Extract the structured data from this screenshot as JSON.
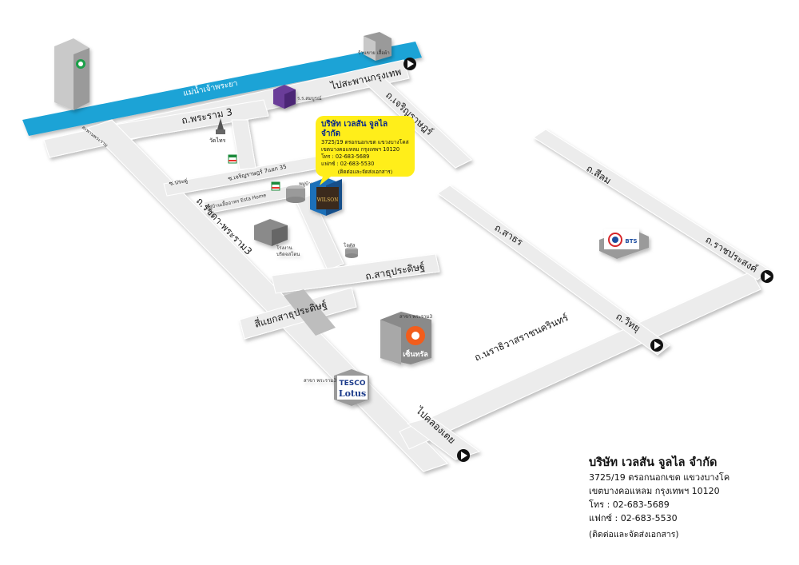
{
  "map": {
    "river_label": "แม่น้ำเจ้าพระยา",
    "roads": {
      "rama3": "ถ.พระราม 3",
      "to_bridge": "ไปสะพานกรุงเทพ",
      "charoen_rat": "ถ.เจริญราษฎร์",
      "pradu": "ซ.ประดู่",
      "charoen_rat_7": "ซ.เจริญราษฎร์ 7แยก 35",
      "bridge_small": "สะพานพระราม",
      "ratchada": "ถ.รัชดา-พระราม3",
      "sathu_pradit": "ถ.สาธุประดิษฐ์",
      "intersection": "สี่แยกสาธุประดิษฐ์",
      "to_khlong_toei": "ไปคลองเตย",
      "narathiwat": "ถ.นราธิวาสราชนครินทร์",
      "silom": "ถ.สีลม",
      "sathorn": "ถ.สาธร",
      "wittayu": "ถ.วิทยุ",
      "ratchaprasong": "ถ.ราชประสงค์",
      "moo_ban": "หมู่บ้านเอื้ออาทร Esta Home"
    },
    "places": {
      "wat": "วัดไทร",
      "shop_top": "ร้านขาย เสื้อผ้า",
      "ssk": "ร.ร.สมบูรณ์",
      "esta_home": "หมู่บ้าน Esta Home",
      "rong_ngan": "โรงงาน",
      "rong_ngan_sub": "บริดจสโตน",
      "lotus_branch": "สาขา พระราม3",
      "tesco": "TESCO",
      "lotus": "Lotus",
      "central_branch": "สาขา พระราม3",
      "central": "เซ็นทรัล",
      "wilson": "WILSON",
      "tank": "โลตัส",
      "bts": "BTS"
    }
  },
  "callout": {
    "name": "บริษัท เวลสัน จูลไล จำกัด",
    "address1": "3725/19 ตรอกนอกเขต แขวงบางโคล่",
    "address2": "เขตบางคอแหลม กรุงเทพฯ 10120",
    "phone": "โทร : 02-683-5689",
    "fax": "แฟกซ์ : 02-683-5530",
    "note": "(ติดต่อและจัดส่งเอกสาร)"
  },
  "info": {
    "name": "บริษัท เวลสัน จูลไล จำกัด",
    "address1": "3725/19 ตรอกนอกเขต แขวงบางโค",
    "address2": "เขตบางคอแหลม กรุงเทพฯ 10120",
    "phone": "โทร : 02-683-5689",
    "fax": "แฟกซ์ : 02-683-5530",
    "note": "(ติดต่อและจัดส่งเอกสาร)"
  },
  "colors": {
    "road": "#ececec",
    "river": "#1fa3d6",
    "callout": "#ffee1a",
    "bts_red": "#d7262a",
    "bts_blue": "#1f4ea0",
    "wilson_blue": "#1e6fb8",
    "purple": "#6a3c99",
    "tesco_blue": "#1a3a8a",
    "central_orange": "#f25d1a"
  },
  "icons": [
    "arrow-right-icon",
    "seven-eleven-icon",
    "temple-icon",
    "bts-logo-icon"
  ]
}
